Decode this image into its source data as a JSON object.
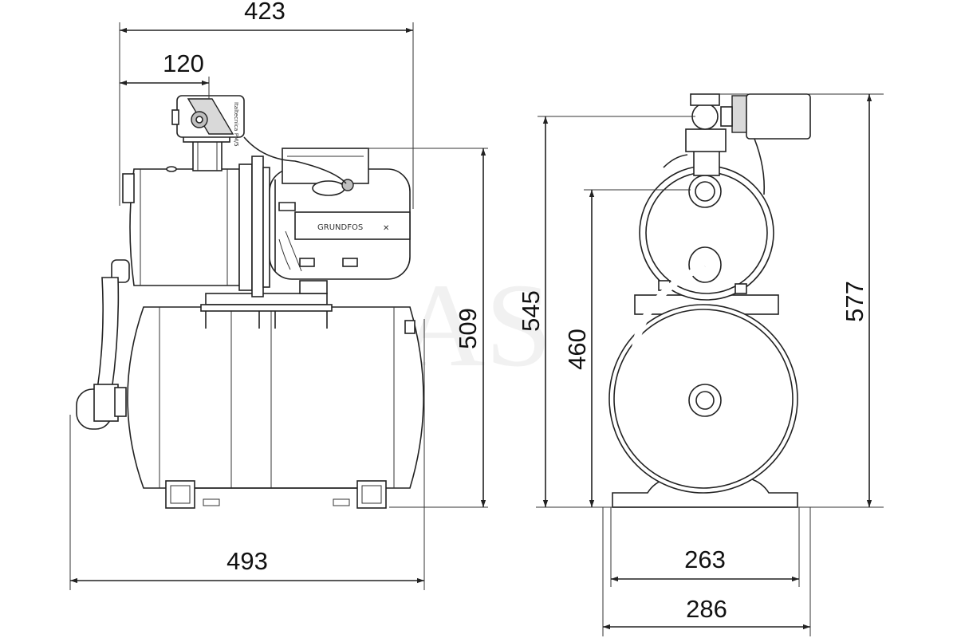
{
  "watermark": "AS",
  "brand": "GRUNDFOS",
  "pressure_switch_label": "Italtecnica PM/5",
  "dimensions": {
    "width_top": "423",
    "switch_offset": "120",
    "height_motor": "509",
    "width_base": "493",
    "height_switch_side": "545",
    "height_outlet": "460",
    "height_total": "577",
    "depth_feet": "263",
    "depth_total": "286"
  }
}
